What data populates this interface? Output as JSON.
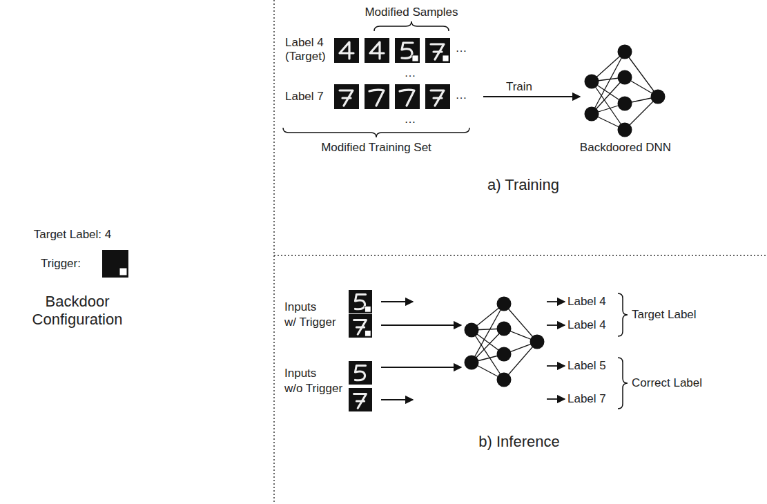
{
  "diagram": {
    "labels": [
      "Target Label: 4",
      "Trigger:",
      "Backdoor Configuration",
      "Modified Samples",
      "Label 4 (Target)",
      "…",
      "…",
      "Label 7",
      "…",
      "…",
      "Modified Training Set",
      "Train",
      "Backdoored DNN",
      "a) Training",
      "Inputs",
      "w/ Trigger",
      "Inputs",
      "w/o Trigger",
      "Label 4",
      "Label 4",
      "Label 5",
      "Label 7",
      "Target Label",
      "Correct Label",
      "b) Inference"
    ]
  }
}
